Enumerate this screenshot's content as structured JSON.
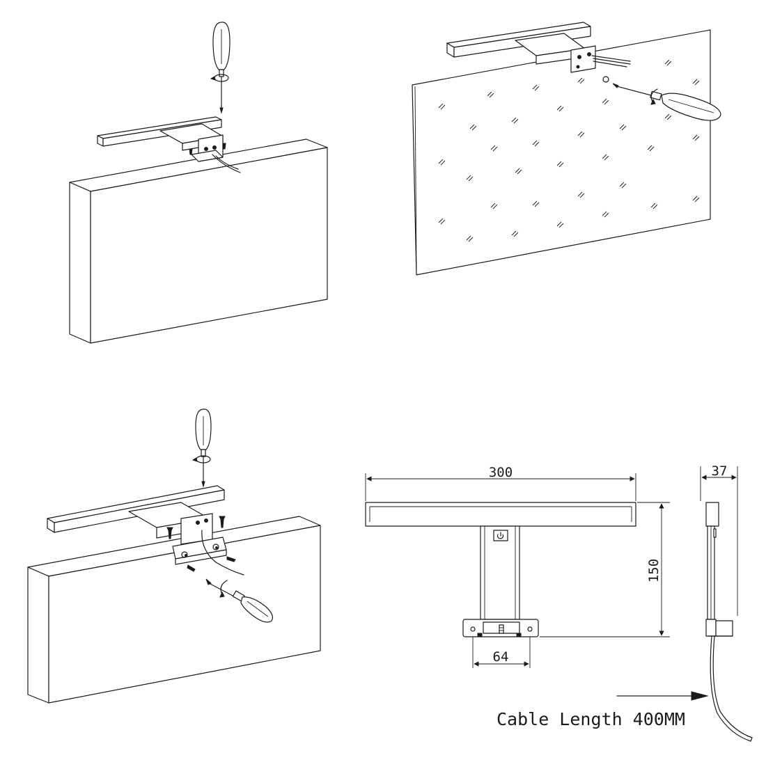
{
  "dimensions": {
    "width": "300",
    "height": "150",
    "depth": "37",
    "bracket_hole_spacing": "64"
  },
  "cable_note": "Cable Length 400MM",
  "colors": {
    "line": "#1a1a1a",
    "background": "#ffffff"
  }
}
